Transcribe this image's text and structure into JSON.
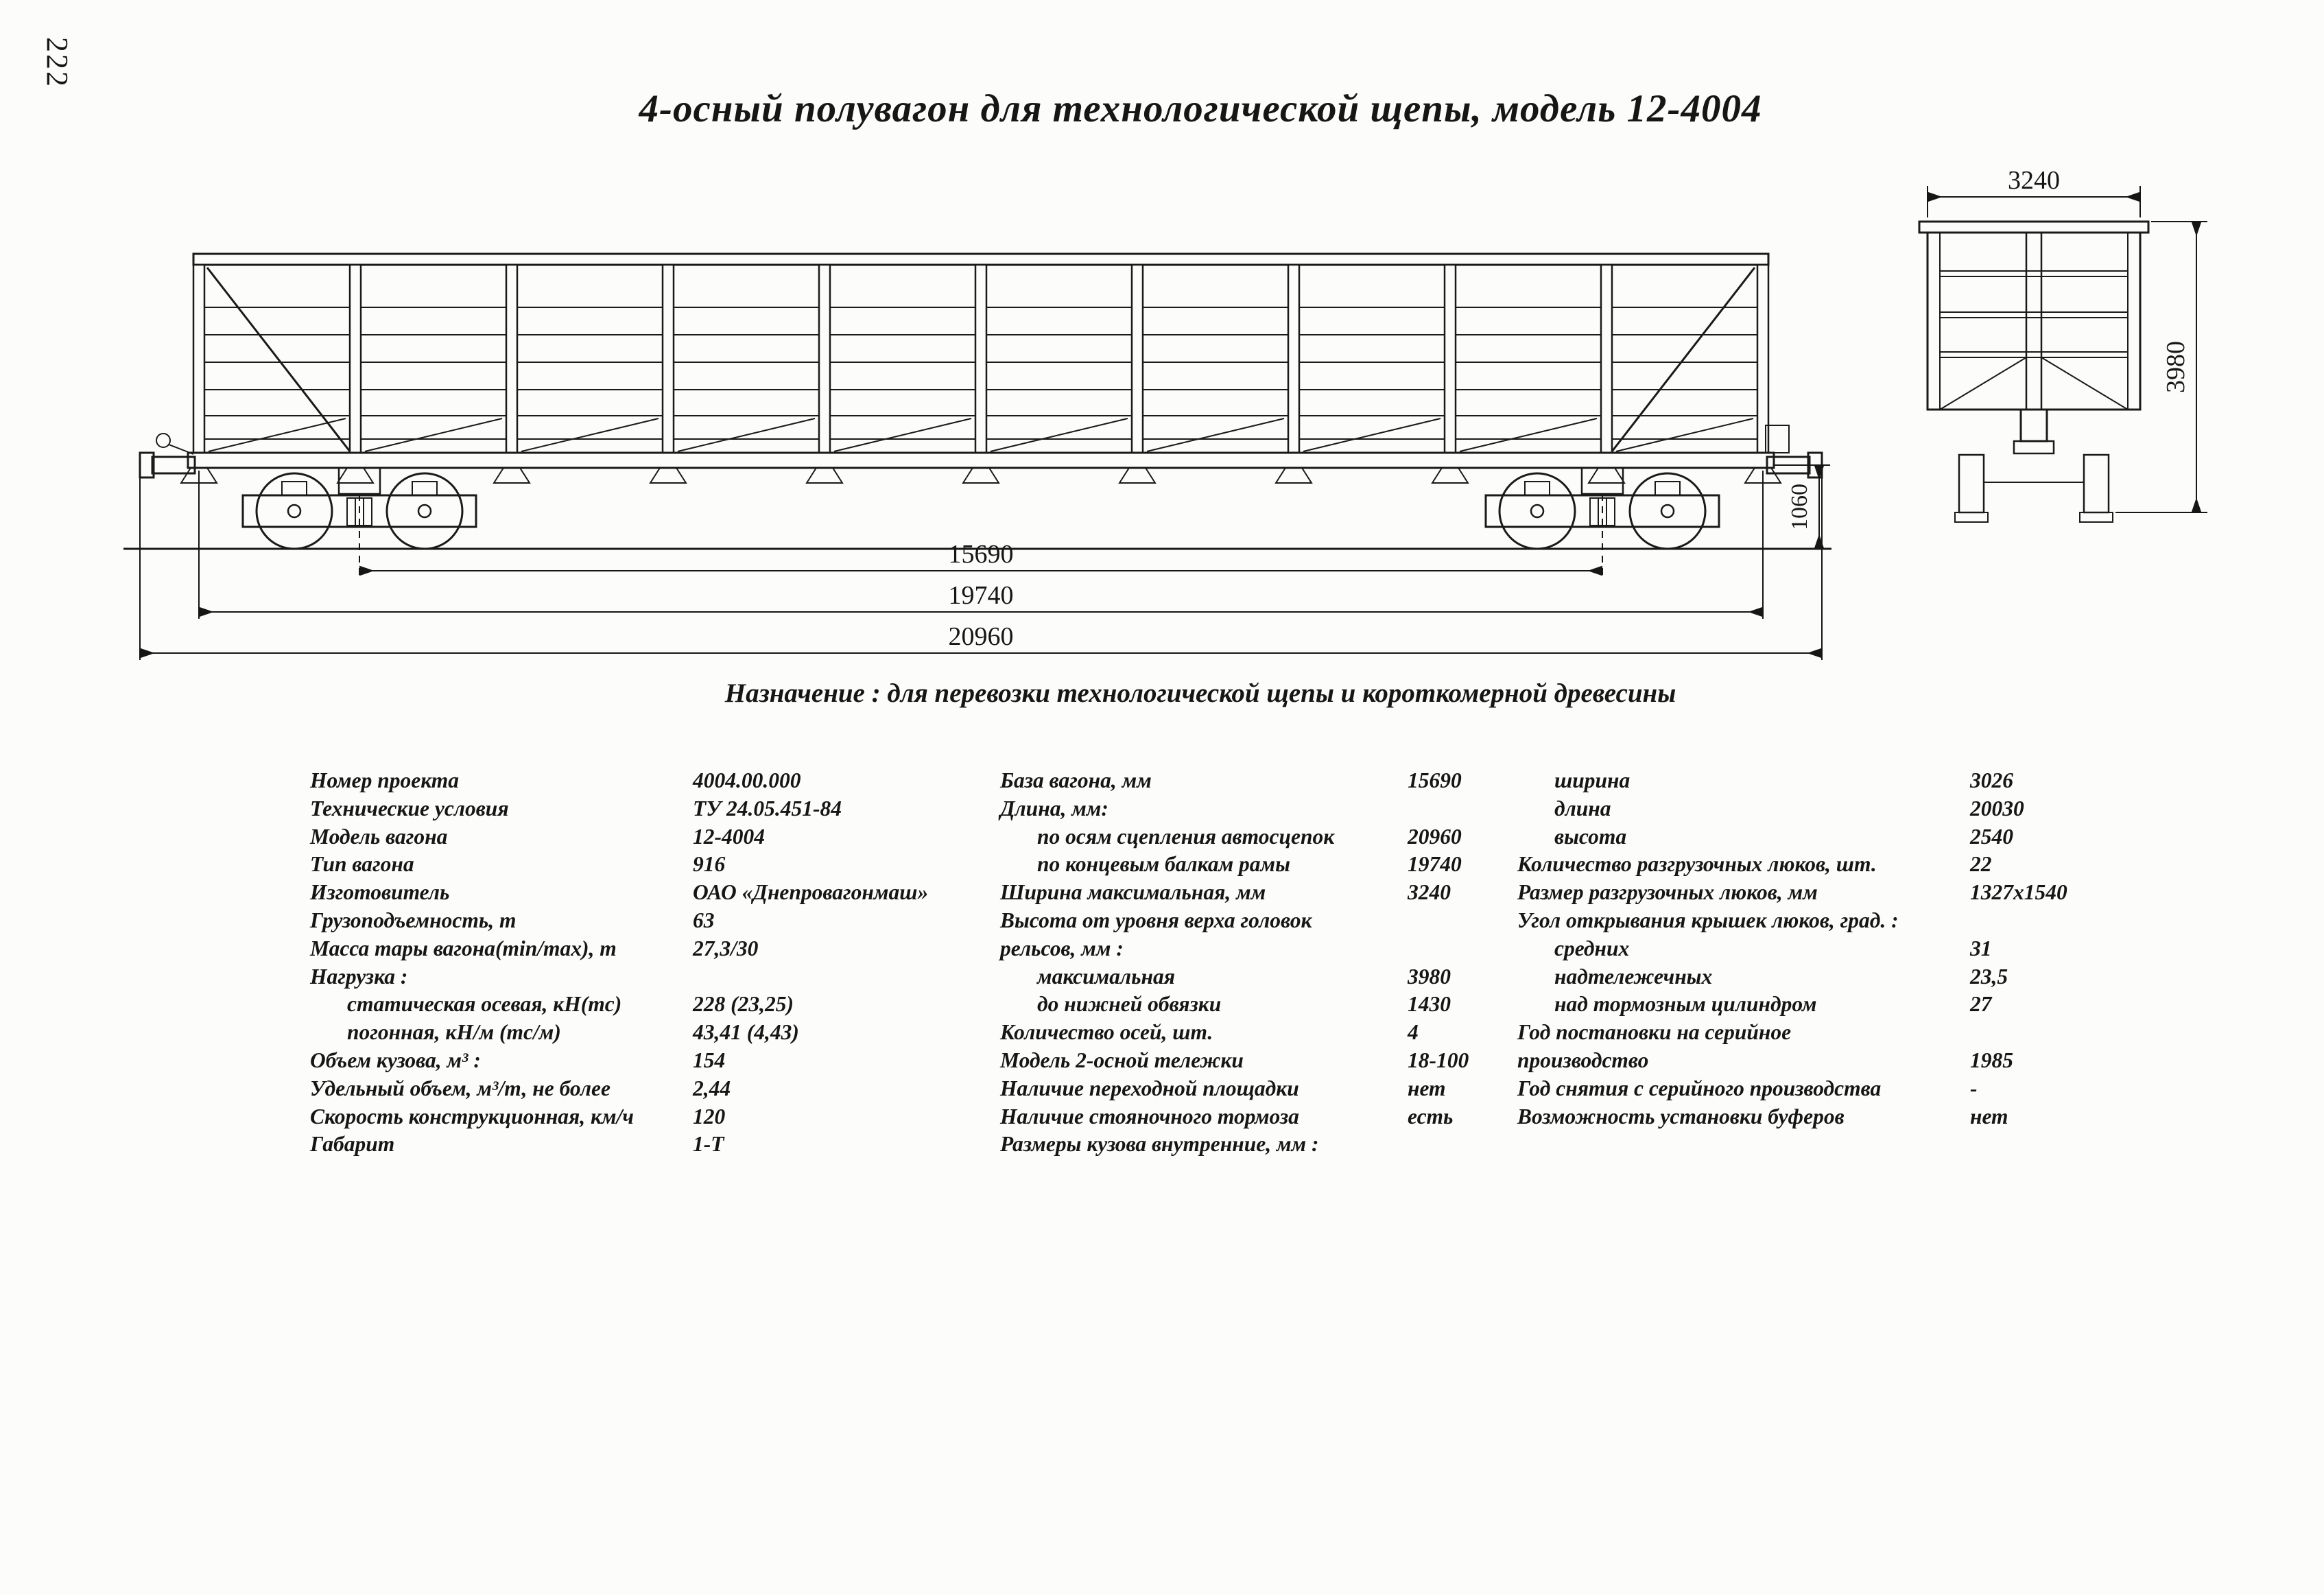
{
  "page": {
    "number": "222",
    "title": "4-осный полувагон для технологической щепы, модель 12-4004",
    "purpose": "Назначение : для перевозки технологической щепы и короткомерной древесины"
  },
  "drawing": {
    "dim_base": "15690",
    "dim_frame_length": "19740",
    "dim_coupler_length": "20960",
    "dim_floor_height": "1060",
    "dim_end_width": "3240",
    "dim_end_height": "3980"
  },
  "specs": {
    "col1": [
      {
        "label": "Номер проекта",
        "value": "4004.00.000"
      },
      {
        "label": "Технические условия",
        "value": "ТУ 24.05.451-84"
      },
      {
        "label": "Модель вагона",
        "value": "12-4004"
      },
      {
        "label": "Тип вагона",
        "value": "916"
      },
      {
        "label": "Изготовитель",
        "value": "ОАО «Днепровагонмаш»"
      },
      {
        "label": "Грузоподъемность, т",
        "value": "63"
      },
      {
        "label": "Масса тары вагона(min/max), т",
        "value": "27,3/30"
      },
      {
        "label": "Нагрузка :",
        "value": ""
      },
      {
        "label": "статическая осевая, кН(тс)",
        "value": "228 (23,25)"
      },
      {
        "label": "погонная, кН/м (тс/м)",
        "value": "43,41 (4,43)"
      },
      {
        "label": "Объем кузова, м³ :",
        "value": "154"
      },
      {
        "label": "Удельный объем, м³/т, не более",
        "value": "2,44"
      },
      {
        "label": "Скорость конструкционная, км/ч",
        "value": "120"
      },
      {
        "label": "Габарит",
        "value": "1-Т"
      }
    ],
    "col2": [
      {
        "label": "База вагона, мм",
        "value": "15690"
      },
      {
        "label": "Длина, мм:",
        "value": ""
      },
      {
        "label": "по осям сцепления автосцепок",
        "value": "20960"
      },
      {
        "label": "по концевым балкам рамы",
        "value": "19740"
      },
      {
        "label": "Ширина максимальная, мм",
        "value": "3240"
      },
      {
        "label": "Высота от уровня верха головок",
        "value": ""
      },
      {
        "label": "рельсов, мм :",
        "value": ""
      },
      {
        "label": "максимальная",
        "value": "3980"
      },
      {
        "label": "до нижней обвязки",
        "value": "1430"
      },
      {
        "label": "Количество осей, шт.",
        "value": "4"
      },
      {
        "label": "Модель 2-осной тележки",
        "value": "18-100"
      },
      {
        "label": "Наличие переходной площадки",
        "value": "нет"
      },
      {
        "label": "Наличие стояночного тормоза",
        "value": "есть"
      },
      {
        "label": "Размеры кузова внутренние, мм :",
        "value": ""
      }
    ],
    "col3": [
      {
        "label": "ширина",
        "value": "3026"
      },
      {
        "label": "длина",
        "value": "20030"
      },
      {
        "label": "высота",
        "value": "2540"
      },
      {
        "label": "Количество разгрузочных люков, шт.",
        "value": "22"
      },
      {
        "label": "Размер разгрузочных люков, мм",
        "value": "1327x1540"
      },
      {
        "label": "Угол открывания крышек люков, град. :",
        "value": ""
      },
      {
        "label": "средних",
        "value": "31"
      },
      {
        "label": "надтележечных",
        "value": "23,5"
      },
      {
        "label": "над тормозным цилиндром",
        "value": "27"
      },
      {
        "label": "Год постановки на серийное",
        "value": ""
      },
      {
        "label": "производство",
        "value": "1985"
      },
      {
        "label": "Год снятия с серийного производства",
        "value": "-"
      },
      {
        "label": "Возможность установки буферов",
        "value": "нет"
      }
    ]
  }
}
